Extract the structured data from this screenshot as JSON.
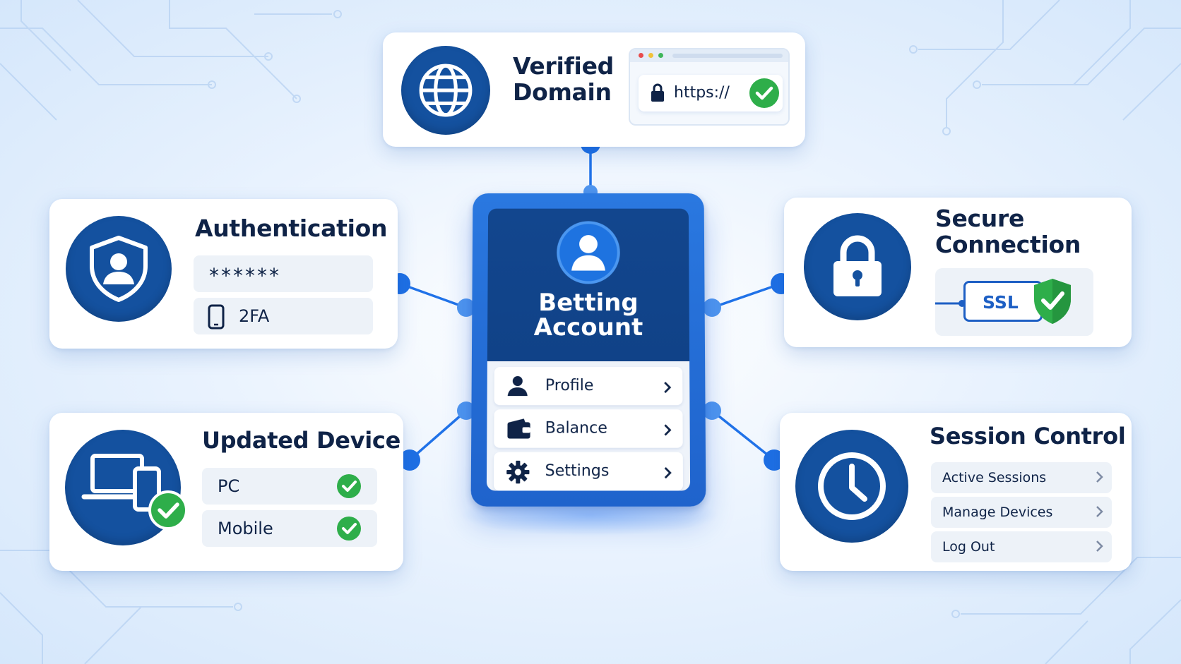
{
  "colors": {
    "brand_dark": "#14519f",
    "brand_blue": "#1f63cc",
    "connector": "#2072e8",
    "check_green": "#2eae4a",
    "text_dark": "#0f2347",
    "field_bg": "#edf2f8"
  },
  "center_panel": {
    "title": "Betting Account",
    "avatar_icon": "user-icon",
    "menu": [
      {
        "label": "Profile",
        "icon": "user-icon"
      },
      {
        "label": "Balance",
        "icon": "wallet-icon"
      },
      {
        "label": "Settings",
        "icon": "gear-icon"
      }
    ]
  },
  "verified_domain": {
    "title": "Verified Domain",
    "icon": "globe-icon",
    "url_text": "https://",
    "url_icon": "lock-icon",
    "status_icon": "check-icon"
  },
  "authentication": {
    "title": "Authentication",
    "icon": "shield-user-icon",
    "password_mask": "******",
    "twofa_label": "2FA",
    "twofa_icon": "phone-icon"
  },
  "secure_connection": {
    "title": "Secure Connection",
    "icon": "padlock-icon",
    "badge_text": "SSL",
    "badge_icon": "shield-check-icon"
  },
  "updated_device": {
    "title": "Updated Device",
    "icon": "devices-icon",
    "items": [
      {
        "label": "PC",
        "status_icon": "check-icon"
      },
      {
        "label": "Mobile",
        "status_icon": "check-icon"
      }
    ]
  },
  "session_control": {
    "title": "Session Control",
    "icon": "clock-icon",
    "items": [
      {
        "label": "Active Sessions"
      },
      {
        "label": "Manage Devices"
      },
      {
        "label": "Log Out"
      }
    ]
  }
}
